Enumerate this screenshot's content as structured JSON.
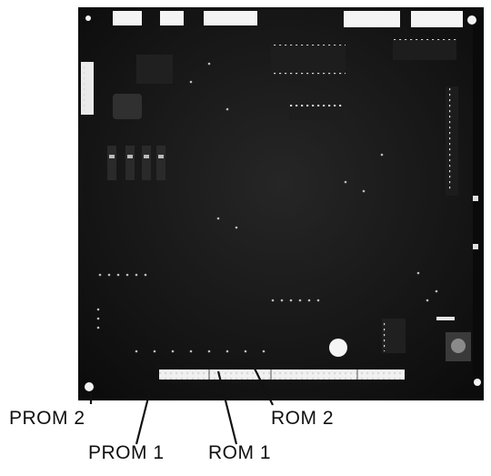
{
  "figure": {
    "board_color": "#161616",
    "background_color": "#ffffff",
    "callouts": {
      "prom2": "PROM 2",
      "prom1": "PROM 1",
      "rom1": "ROM 1",
      "rom2": "ROM 2"
    }
  }
}
